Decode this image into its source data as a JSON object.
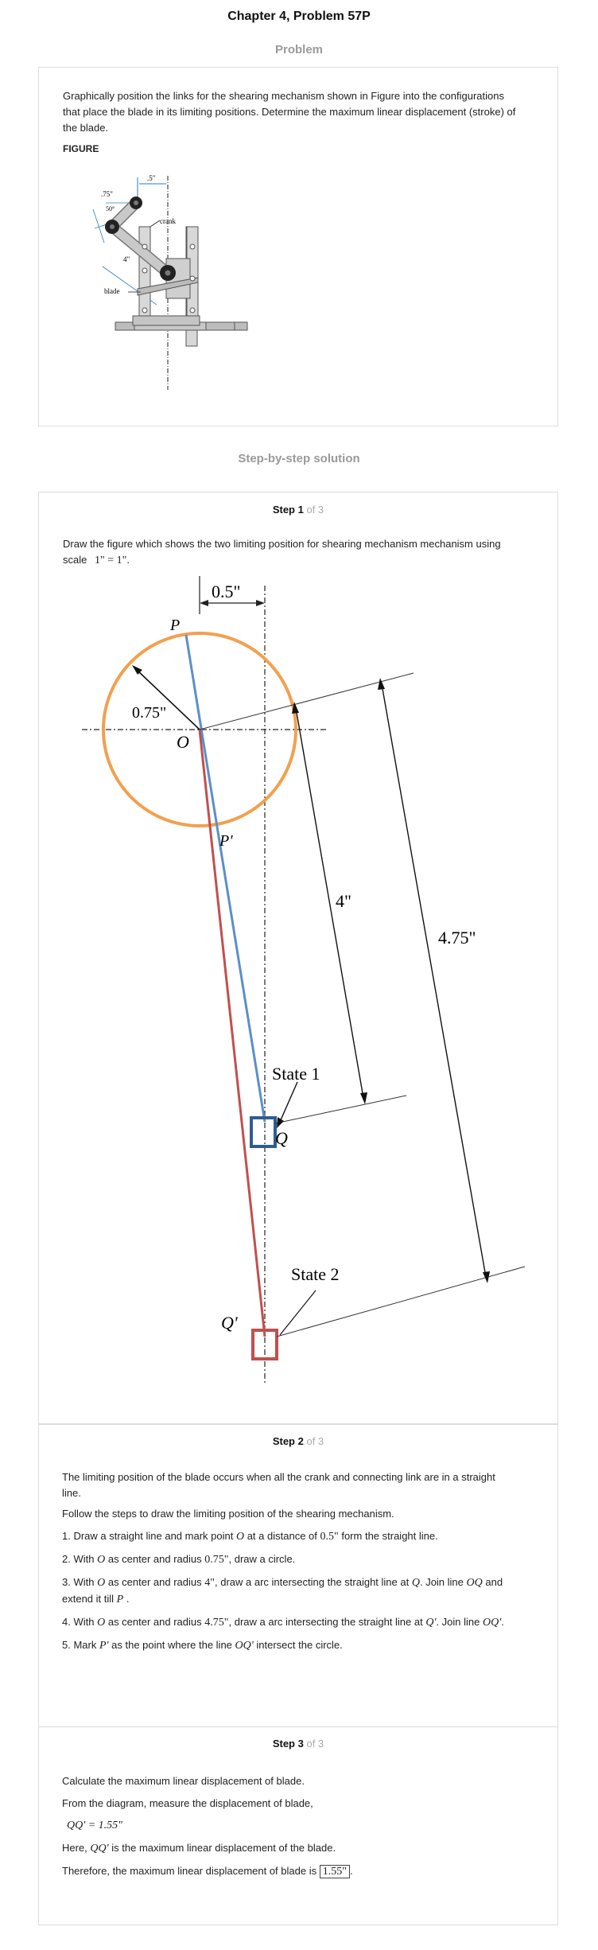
{
  "page": {
    "title": "Chapter 4, Problem 57P"
  },
  "problem": {
    "heading": "Problem",
    "text": "Graphically position the links for the shearing mechanism shown in Figure into the configurations that place the blade in its limiting positions. Determine the maximum linear displacement (stroke) of the blade.",
    "figure_label": "FIGURE",
    "figure": {
      "dim_top": ".5\"",
      "dim_left": ".75\"",
      "angle": "50°",
      "crank_label": "crank",
      "dim_link": "4\"",
      "blade_label": "blade"
    }
  },
  "solution": {
    "heading": "Step-by-step solution"
  },
  "step1": {
    "label": "Step 1",
    "of": "of 3",
    "text": "Draw the figure which shows the two limiting position for shearing mechanism mechanism using scale",
    "scale": "1\" = 1\"",
    "diagram": {
      "offset_label": "0.5\"",
      "radius_label": "0.75\"",
      "point_o": "O",
      "point_p": "P",
      "point_p_prime": "P'",
      "point_q": "Q",
      "point_q_prime": "Q'",
      "dim_4": "4\"",
      "dim_475": "4.75\"",
      "state1": "State 1",
      "state2": "State 2",
      "colors": {
        "circle": "#f2a04e",
        "blue_link": "#5b8fc9",
        "red_link": "#c0504d",
        "blue_box": "#2f5d93",
        "red_box": "#c0504d"
      }
    }
  },
  "step2": {
    "label": "Step 2",
    "of": "of 3",
    "intro": "The limiting position of the blade occurs when all the crank and connecting link are in a straight line.",
    "follow": "Follow the steps to draw the limiting position of the shearing mechanism.",
    "items": [
      {
        "pre": "1. Draw a straight line and mark point",
        "var1": "O",
        "mid": "at a distance of",
        "val": "0.5\"",
        "post": "form the straight line."
      },
      {
        "pre": "2. With",
        "var1": "O",
        "mid": "as center and radius",
        "val": "0.75\"",
        "post": ", draw a circle."
      },
      {
        "pre": "3. With",
        "var1": "O",
        "mid": "as center and radius",
        "val": "4\"",
        "post": ", draw a arc intersecting the straight line at",
        "var2": "Q",
        "post2": ". Join line",
        "var3": "OQ",
        "post3": "and extend it till",
        "var4": "P",
        "post4": "."
      },
      {
        "pre": "4. With",
        "var1": "O",
        "mid": "as center and radius",
        "val": "4.75\"",
        "post": ", draw a arc intersecting the straight line at",
        "var2": "Q'",
        "post2": ". Join line",
        "var3": "OQ'",
        "post3": "."
      },
      {
        "pre": "5. Mark",
        "var1": "P'",
        "mid": "as the point where the line",
        "var2": "OQ'",
        "post": "intersect the circle."
      }
    ]
  },
  "step3": {
    "label": "Step 3",
    "of": "of 3",
    "line1": "Calculate the maximum linear displacement of blade.",
    "line2": "From the diagram, measure the displacement of blade,",
    "equation": "QQ' = 1.55\"",
    "here_pre": "Here,",
    "here_var": "QQ'",
    "here_post": "is the maximum linear displacement of the blade.",
    "therefore": "Therefore, the maximum linear displacement of blade is",
    "answer": "1.55\"",
    "period": "."
  }
}
